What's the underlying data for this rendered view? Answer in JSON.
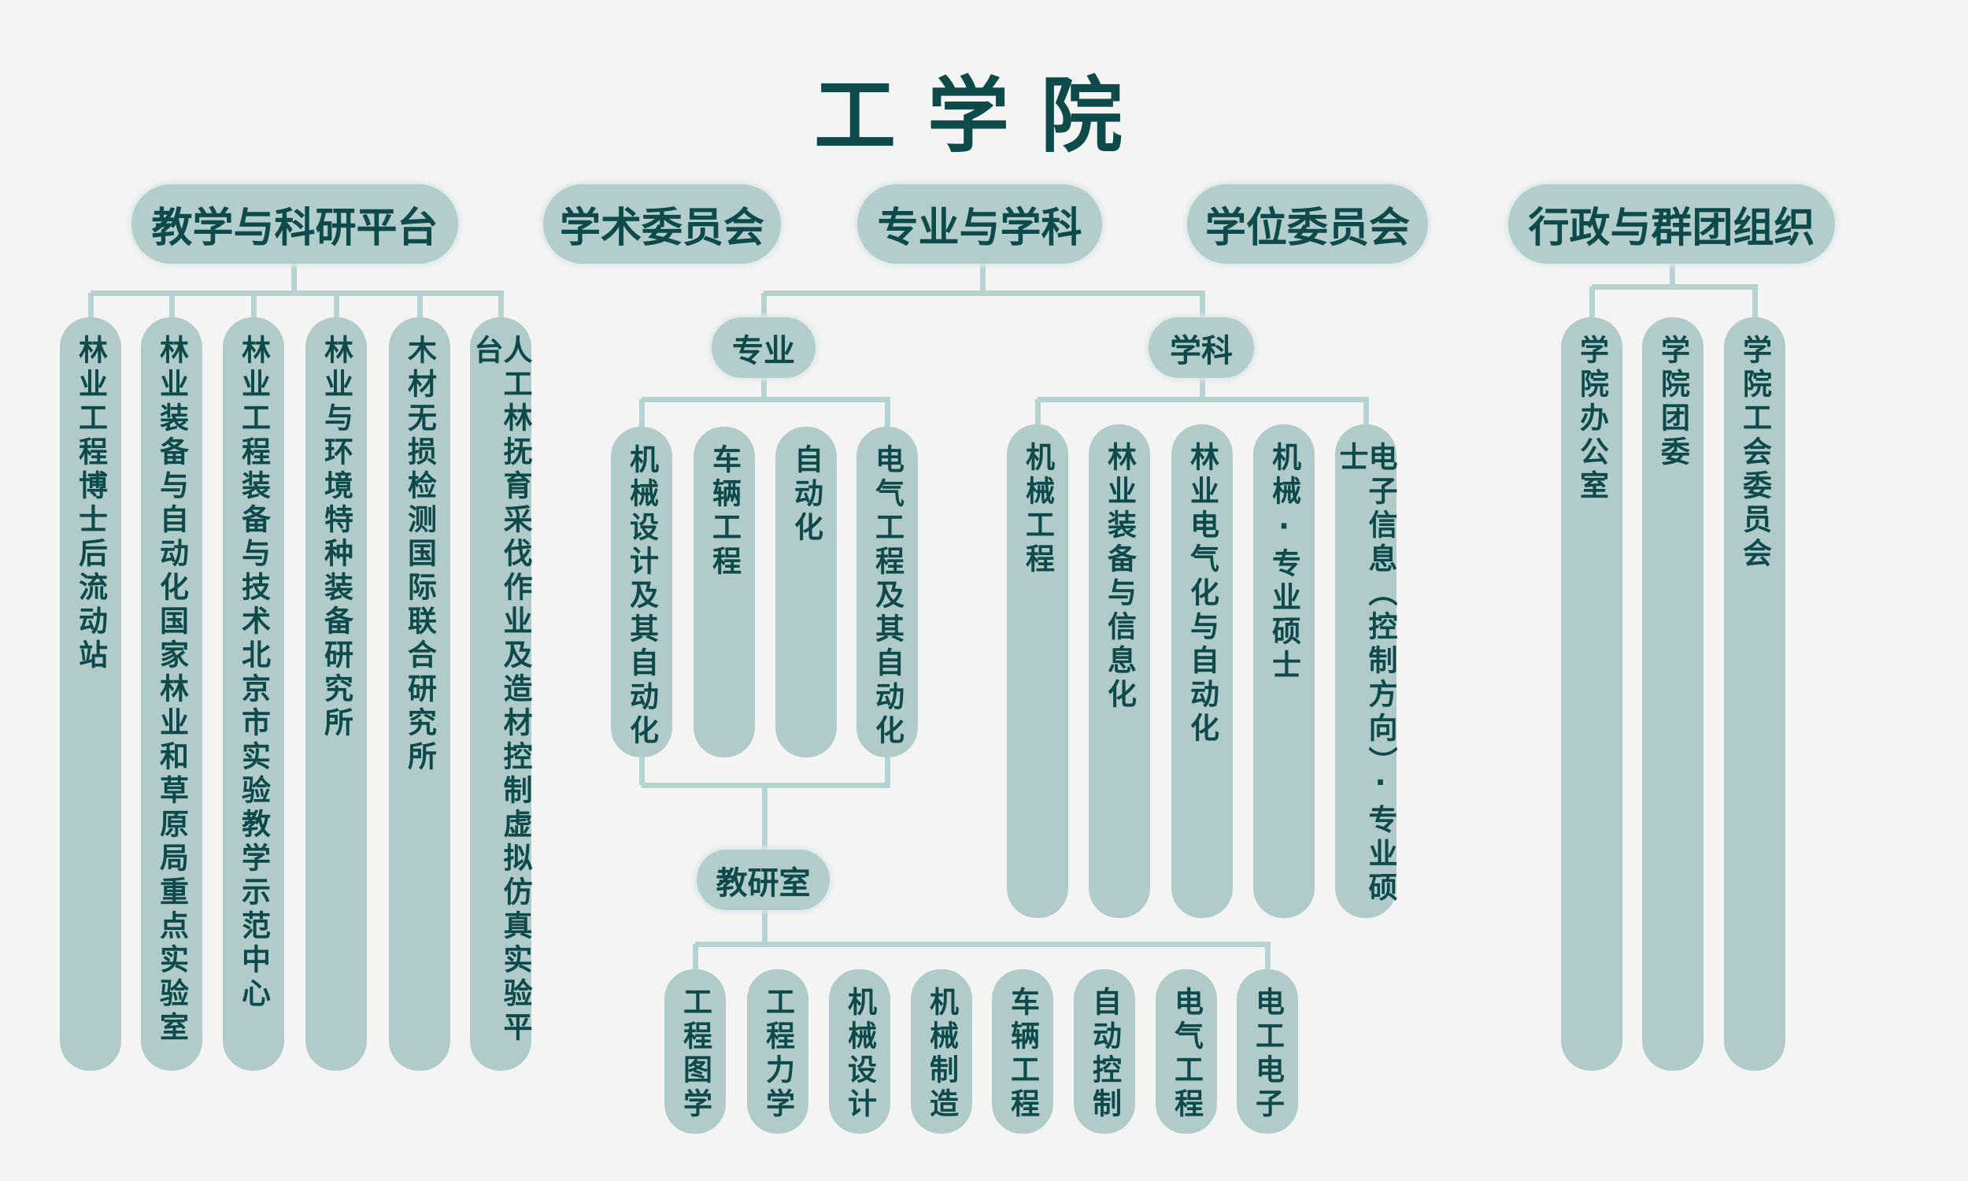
{
  "title": "工学院",
  "top_nodes": [
    "教学与科研平台",
    "学术委员会",
    "专业与学科",
    "学位委员会",
    "行政与群团组织"
  ],
  "platforms": [
    "林业工程博士后流动站",
    "林业装备与自动化国家林业和草原局重点实验室",
    "林业工程装备与技术北京市实验教学示范中心",
    "林业与环境特种装备研究所",
    "木材无损检测国际联合研究所",
    "人工林抚育采伐作业及造材控制虚拟仿真实验平台"
  ],
  "major_group": "专业",
  "discipline_group": "学科",
  "majors": [
    "机械设计及其自动化",
    "车辆工程",
    "自动化",
    "电气工程及其自动化"
  ],
  "disciplines": [
    "机械工程",
    "林业装备与信息化",
    "林业电气化与自动化",
    "机械·专业硕士",
    "电子信息（控制方向）·专业硕士"
  ],
  "teaching_group": "教研室",
  "teaching_offices": [
    "工程图学",
    "工程力学",
    "机械设计",
    "机械制造",
    "车辆工程",
    "自动控制",
    "电气工程",
    "电工电子"
  ],
  "admin": [
    "学院办公室",
    "学院团委",
    "学院工会委员会"
  ],
  "colors": {
    "background": "#f4f4f2",
    "node": "#b0cbca",
    "text": "#0e4a4a",
    "connector": "#b6d2d1"
  }
}
